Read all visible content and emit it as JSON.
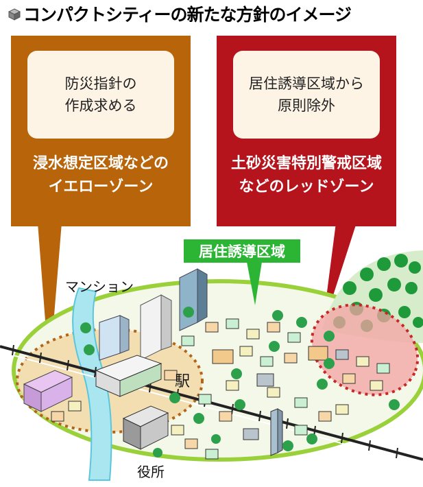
{
  "title": "コンパクトシティーの新たな方針のイメージ",
  "yellow_panel": {
    "policy": "防災指針の\n作成求める",
    "zone": "浸水想定区域などの\nイエローゾーン"
  },
  "red_panel": {
    "policy": "居住誘導区域から\n原則除外",
    "zone": "土砂災害特別警戒区域\nなどのレッドゾーン"
  },
  "labels": {
    "residential_area": "居住誘導区域",
    "mansion": "マンション",
    "station": "駅",
    "city_hall": "役所"
  },
  "colors": {
    "yellow_zone": "#b8640b",
    "red_zone": "#b5141c",
    "residential_green": "#2cb534",
    "ground": "#f4f8e8",
    "river": "#a9e6f0"
  }
}
